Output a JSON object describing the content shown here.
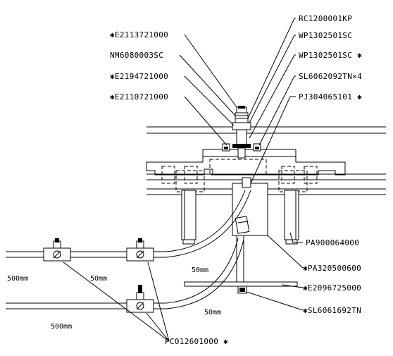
{
  "part_labels": {
    "rc": "RC1200001KP",
    "e2113": "✱E2113721000",
    "wp1": "WP1302501SC",
    "nm": "NM6080003SC",
    "wp2": "WP1302501SC ✱",
    "e2194": "✱E2194721000",
    "sl6062": "SL6062092TN×4",
    "e2110": "✱E2110721000",
    "pj": "PJ304065101 ✱",
    "pa9": "PA900064000",
    "pa3": "✱PA320500600",
    "e2096": "✱E2096725000",
    "sl6061": "✱SL6061692TN",
    "pc": "PC012601000 ✱"
  },
  "dimensions": {
    "d500_top": "500mm",
    "d50_top": "50mm",
    "d50_mid": "50mm",
    "d500_bottom": "500mm",
    "d50_bottom": "50mm"
  }
}
